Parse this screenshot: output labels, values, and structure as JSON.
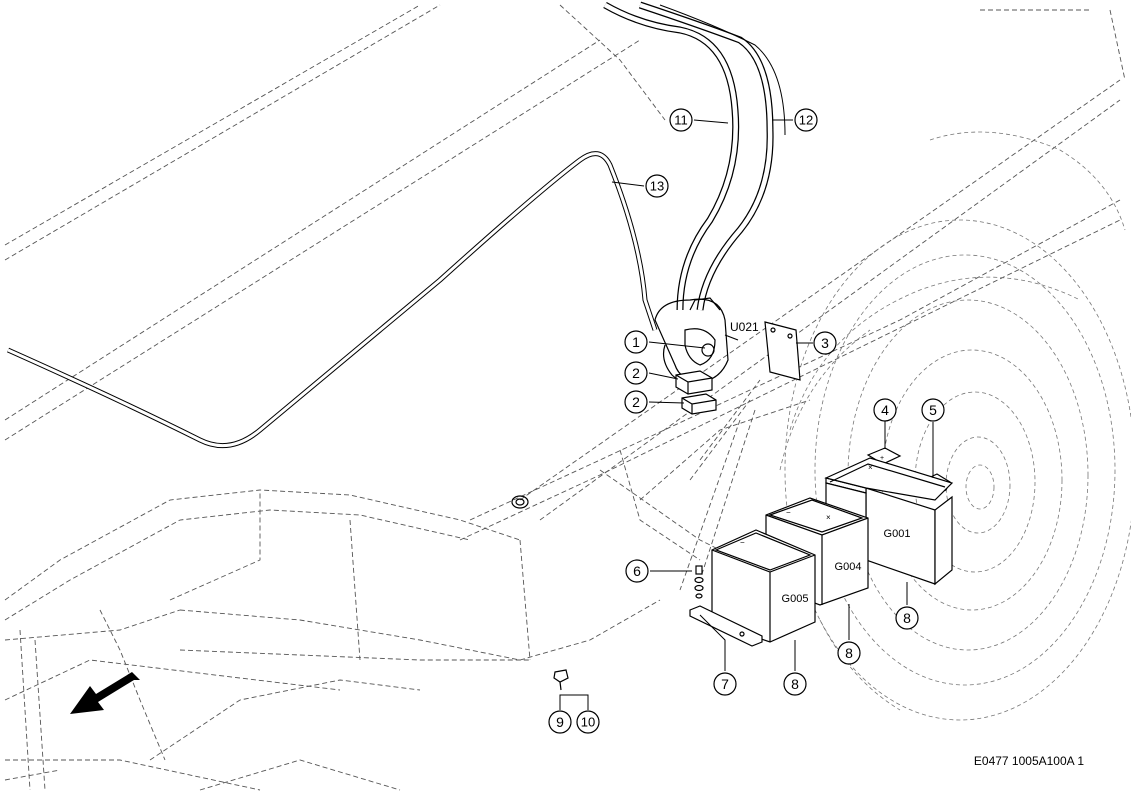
{
  "callouts": {
    "c1": "1",
    "c2a": "2",
    "c2b": "2",
    "c3": "3",
    "c4": "4",
    "c5": "5",
    "c6": "6",
    "c7": "7",
    "c8a": "8",
    "c8b": "8",
    "c8c": "8",
    "c9": "9",
    "c10": "10",
    "c11": "11",
    "c12": "12",
    "c13": "13"
  },
  "labels": {
    "u021": "U021",
    "g001": "G001",
    "g004": "G004",
    "g005": "G005"
  },
  "reference": "E0477 1005A100A 1",
  "icons": {
    "direction": "forward-arrow-icon"
  }
}
